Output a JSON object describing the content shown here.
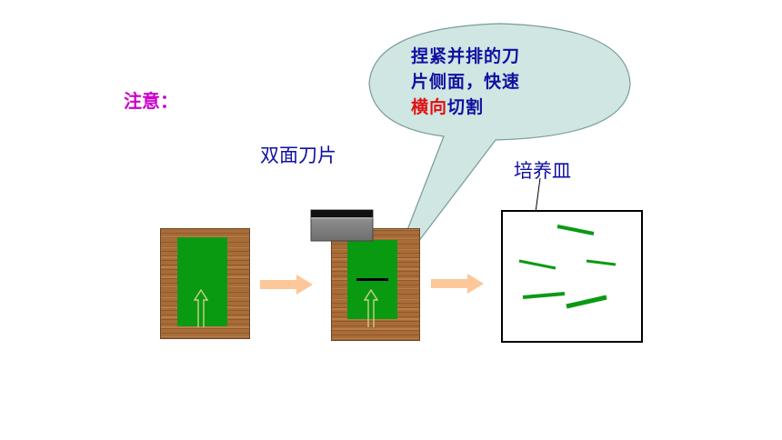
{
  "labels": {
    "note": "注意：",
    "blade": "双面刀片",
    "dish": "培养皿"
  },
  "bubble": {
    "line1": "捏紧并排的刀",
    "line2": "片侧面，快速",
    "line3_highlight": "横向",
    "line3_rest": "切割"
  },
  "colors": {
    "note": "#cc00cc",
    "label": "#1010a0",
    "highlight": "#e01010",
    "leaf": "#0a9a12",
    "wood": "#a86c38",
    "bubble_fill": "#cfe6e2",
    "arrow": "#fdc79a"
  },
  "icons": [
    "wood-block",
    "leaf",
    "up-arrow",
    "double-edged-blade",
    "right-arrow",
    "petri-dish",
    "leaf-strip"
  ]
}
